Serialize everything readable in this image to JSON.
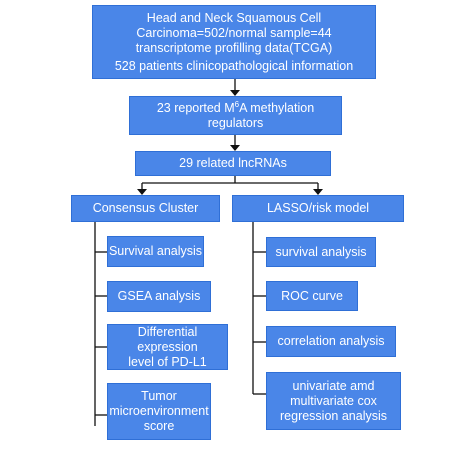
{
  "colors": {
    "box_fill": "#4a86e8",
    "box_text": "#ffffff",
    "connector": "#111111"
  },
  "top": {
    "line1": "Head and Neck Squamous Cell",
    "line2": "Carcinoma=502/normal sample=44",
    "line3": "transcriptome profilling data(TCGA)",
    "line4": "528 patients clinicopathological information"
  },
  "regulators": {
    "prefix": "23 reported M",
    "sup": "6",
    "suffix": "A methylation",
    "line2": "regulators"
  },
  "lncrnas": {
    "label": "29  related lncRNAs"
  },
  "left": {
    "title": "Consensus Cluster",
    "items": [
      {
        "lines": [
          "Survival analysis"
        ]
      },
      {
        "lines": [
          "GSEA analysis"
        ]
      },
      {
        "lines": [
          "Differential expression",
          "level of PD-L1"
        ]
      },
      {
        "lines": [
          "Tumor",
          "microenvironment",
          "score"
        ]
      }
    ]
  },
  "right": {
    "title": "LASSO/risk model",
    "items": [
      {
        "lines": [
          "survival analysis"
        ]
      },
      {
        "lines": [
          "ROC curve"
        ]
      },
      {
        "lines": [
          "correlation analysis"
        ]
      },
      {
        "lines": [
          "univariate amd",
          "multivariate cox",
          "regression analysis"
        ]
      }
    ]
  }
}
